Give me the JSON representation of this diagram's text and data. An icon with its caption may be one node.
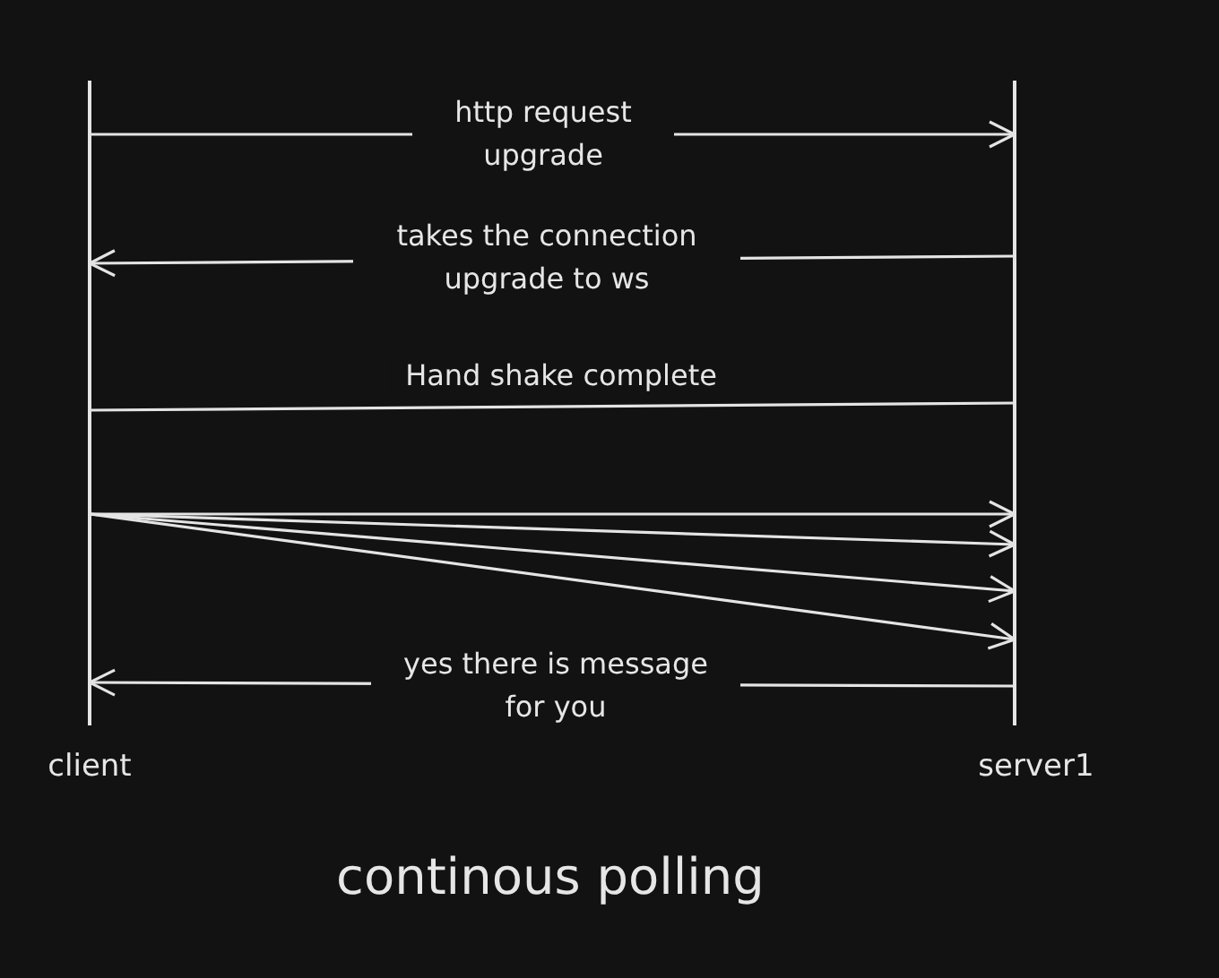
{
  "diagram": {
    "caption": "continous polling",
    "nodes": [
      {
        "text": [
          "client"
        ]
      },
      {
        "text": [
          "server1"
        ]
      }
    ],
    "edges": [
      {
        "from": 0,
        "to": 1,
        "arrow": "to",
        "label": "http request upgrade"
      },
      {
        "from": 1,
        "to": 0,
        "arrow": "to",
        "label": "takes the connection upgrade to ws"
      },
      {
        "from": 0,
        "to": 1,
        "arrow": "none",
        "label": "Hand shake complete"
      },
      {
        "from": 0,
        "to": 1,
        "arrow": "to"
      },
      {
        "from": 0,
        "to": 1,
        "arrow": "to"
      },
      {
        "from": 0,
        "to": 1,
        "arrow": "to"
      },
      {
        "from": 0,
        "to": 1,
        "arrow": "to"
      },
      {
        "from": 1,
        "to": 0,
        "arrow": "to",
        "label": "yes there is message for you"
      }
    ]
  }
}
